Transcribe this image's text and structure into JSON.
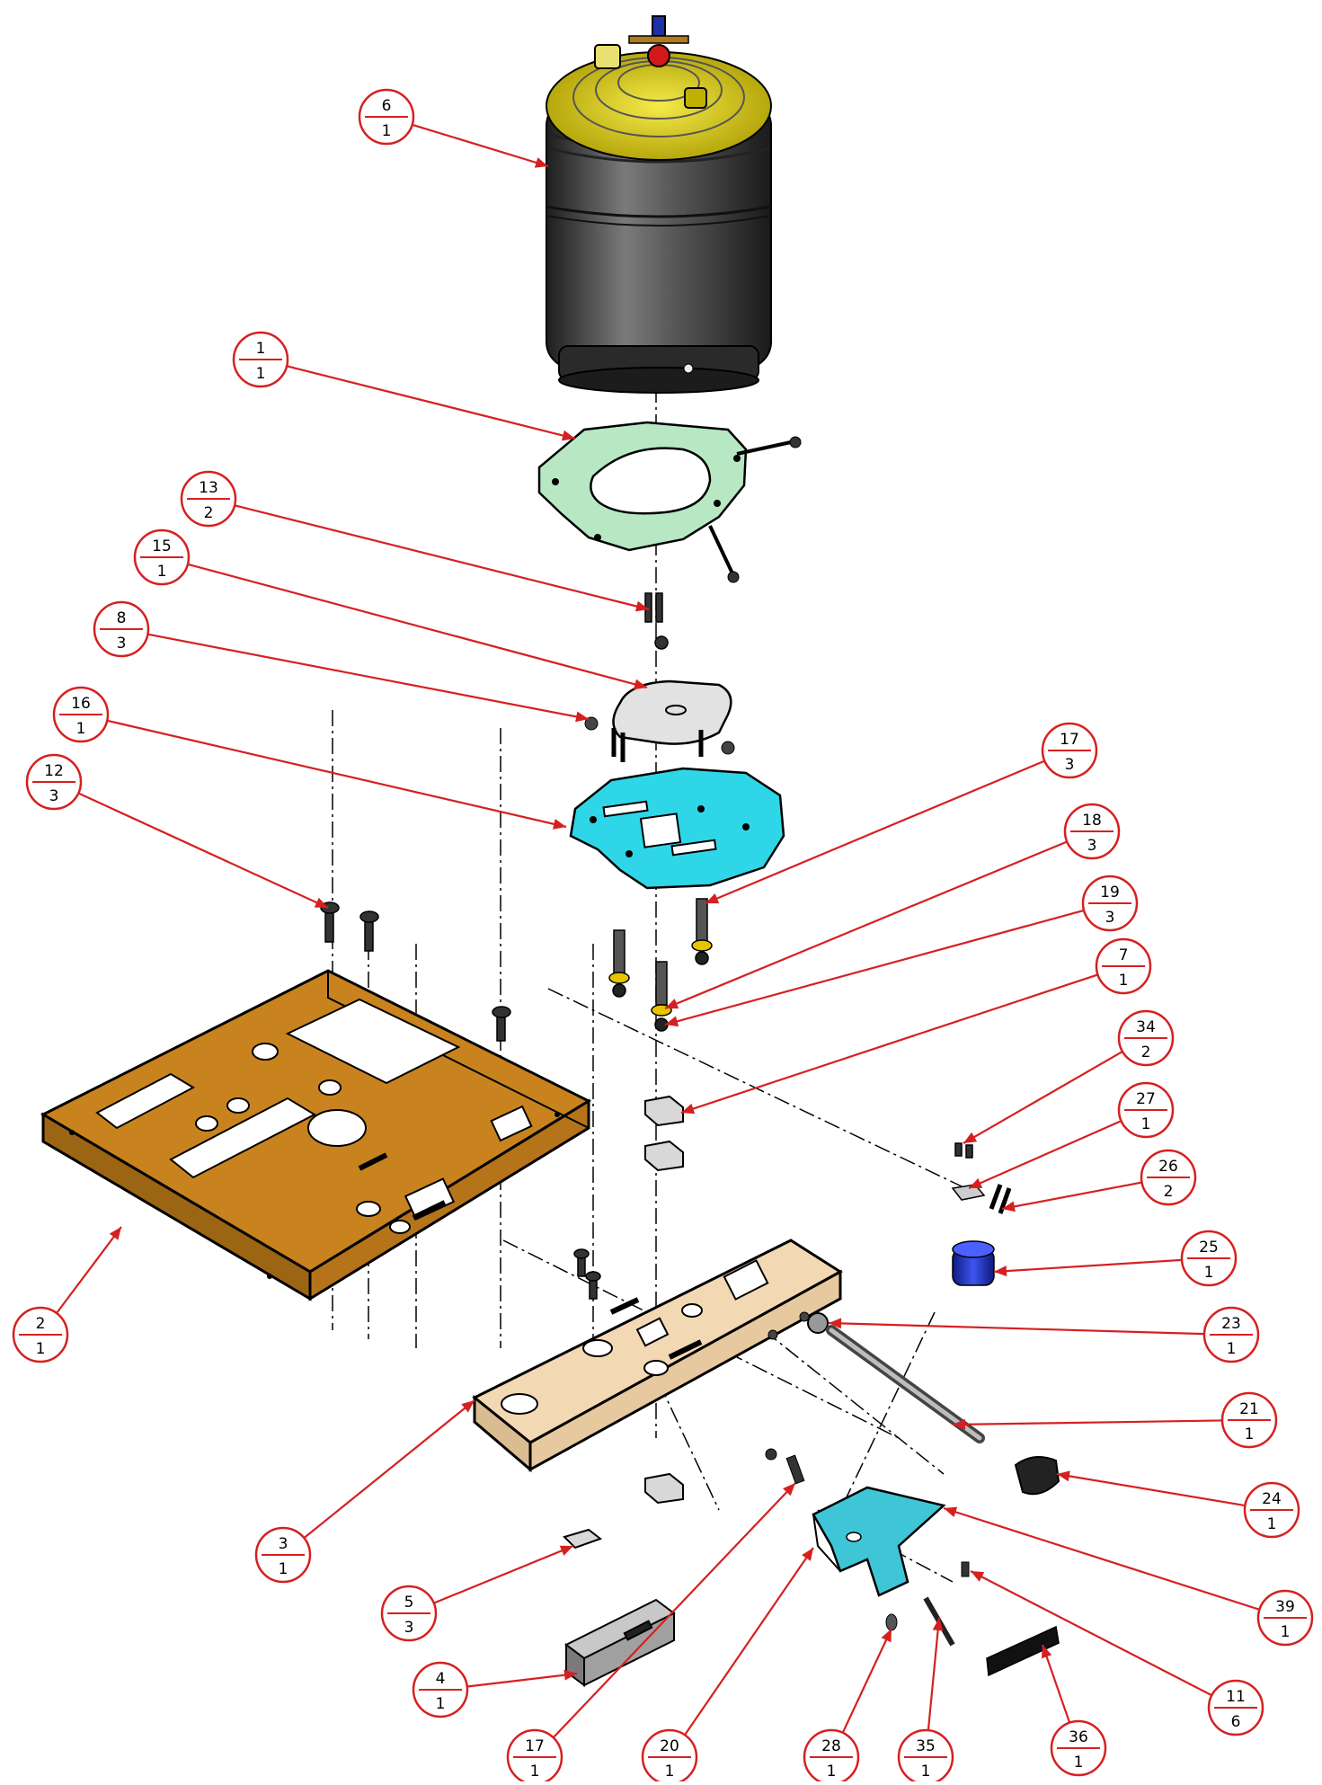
{
  "diagram": {
    "type": "exploded-assembly-drawing",
    "balloon_color": "#d62020",
    "line_color": "#000000",
    "part_colors": {
      "vessel_body": "#4a4a4a",
      "vessel_top": "#e3d400",
      "ring_plate": "#b7e8c3",
      "cyan_plate": "#2fd6e8",
      "base_frame": "#c8831e",
      "cross_rail": "#f2d9b4",
      "gray_plate": "#e2e2e2",
      "clamp_bracket": "#3fc6d6",
      "blue_part": "#2a3fd0",
      "fasteners": "#333333"
    },
    "callouts": [
      {
        "num": "6",
        "qty": "1"
      },
      {
        "num": "1",
        "qty": "1"
      },
      {
        "num": "13",
        "qty": "2"
      },
      {
        "num": "15",
        "qty": "1"
      },
      {
        "num": "8",
        "qty": "3"
      },
      {
        "num": "16",
        "qty": "1"
      },
      {
        "num": "12",
        "qty": "3"
      },
      {
        "num": "17",
        "qty": "3"
      },
      {
        "num": "18",
        "qty": "3"
      },
      {
        "num": "19",
        "qty": "3"
      },
      {
        "num": "7",
        "qty": "1"
      },
      {
        "num": "34",
        "qty": "2"
      },
      {
        "num": "27",
        "qty": "1"
      },
      {
        "num": "26",
        "qty": "2"
      },
      {
        "num": "25",
        "qty": "1"
      },
      {
        "num": "23",
        "qty": "1"
      },
      {
        "num": "21",
        "qty": "1"
      },
      {
        "num": "24",
        "qty": "1"
      },
      {
        "num": "39",
        "qty": "1"
      },
      {
        "num": "11",
        "qty": "6"
      },
      {
        "num": "36",
        "qty": "1"
      },
      {
        "num": "35",
        "qty": "1"
      },
      {
        "num": "28",
        "qty": "1"
      },
      {
        "num": "20",
        "qty": "1"
      },
      {
        "num": "17",
        "qty": "1"
      },
      {
        "num": "4",
        "qty": "1"
      },
      {
        "num": "5",
        "qty": "3"
      },
      {
        "num": "3",
        "qty": "1"
      },
      {
        "num": "2",
        "qty": "1"
      }
    ]
  }
}
